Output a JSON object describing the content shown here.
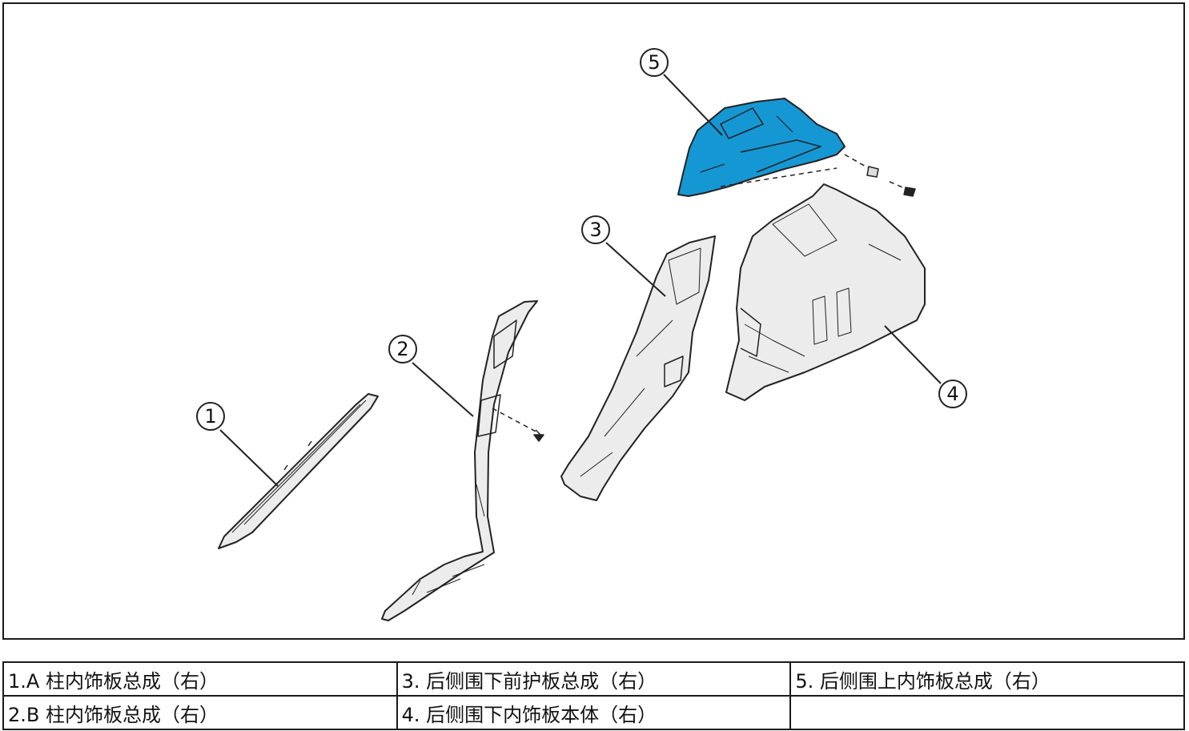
{
  "diagram": {
    "callouts": [
      "1",
      "2",
      "3",
      "4",
      "5"
    ],
    "highlight_color": "#1597d4",
    "part_fill": "#ececec",
    "line_color": "#222222"
  },
  "legend": {
    "rows": [
      [
        "1.A 柱内饰板总成（右）",
        "3. 后侧围下前护板总成（右）",
        "5. 后侧围上内饰板总成（右）"
      ],
      [
        "2.B 柱内饰板总成（右）",
        "4. 后侧围下内饰板本体（右）",
        ""
      ]
    ]
  }
}
